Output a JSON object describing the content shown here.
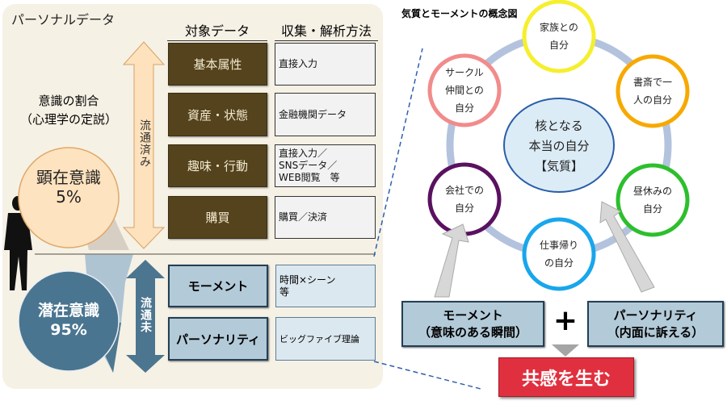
{
  "left": {
    "title": "パーソナルデータ",
    "col_target": "対象データ",
    "col_method": "収集・解析方法",
    "ratio_line1": "意識の割合",
    "ratio_line2": "（心理学の定説）",
    "conscious": {
      "label": "顕在意識",
      "pct": "5%"
    },
    "subconscious": {
      "label": "潜在意識",
      "pct": "95%"
    },
    "arrow_circulated": "流通済み",
    "arrow_uncirculated": "流通未",
    "rows": [
      {
        "target": "基本属性",
        "method": [
          "直接入力"
        ]
      },
      {
        "target": "資産・状態",
        "method": [
          "金融機関データ"
        ]
      },
      {
        "target": "趣味・行動",
        "method": [
          "直接入力／",
          "SNSデータ／",
          "WEB閲覧　等"
        ]
      },
      {
        "target": "購買",
        "method": [
          "購買／決済"
        ]
      }
    ],
    "hidden_rows": [
      {
        "target": "モーメント",
        "method": [
          "時間×シーン",
          "等"
        ]
      },
      {
        "target": "パーソナリティ",
        "method": [
          "ビッグファイブ理論"
        ]
      }
    ]
  },
  "right": {
    "title": "気質とモーメントの概念図",
    "core": [
      "核となる",
      "本当の自分",
      "【気質】"
    ],
    "selves": [
      {
        "lines": [
          "家族との",
          "自分"
        ],
        "color": "#f5ef2e"
      },
      {
        "lines": [
          "書斎で一",
          "人の自分"
        ],
        "color": "#f7a900"
      },
      {
        "lines": [
          "昼休みの",
          "自分"
        ],
        "color": "#2dbf2d"
      },
      {
        "lines": [
          "仕事帰り",
          "の自分"
        ],
        "color": "#18a6ec"
      },
      {
        "lines": [
          "会社での",
          "自分"
        ],
        "color": "#5a1160"
      },
      {
        "lines": [
          "サークル",
          "仲間との",
          "自分"
        ],
        "color": "#f28b8b"
      }
    ],
    "moment_box": [
      "モーメント",
      "（意味のある瞬間）"
    ],
    "personality_box": [
      "パーソナリティ",
      "（内面に訴える）"
    ],
    "plus": "+",
    "result": "共感を生む"
  }
}
